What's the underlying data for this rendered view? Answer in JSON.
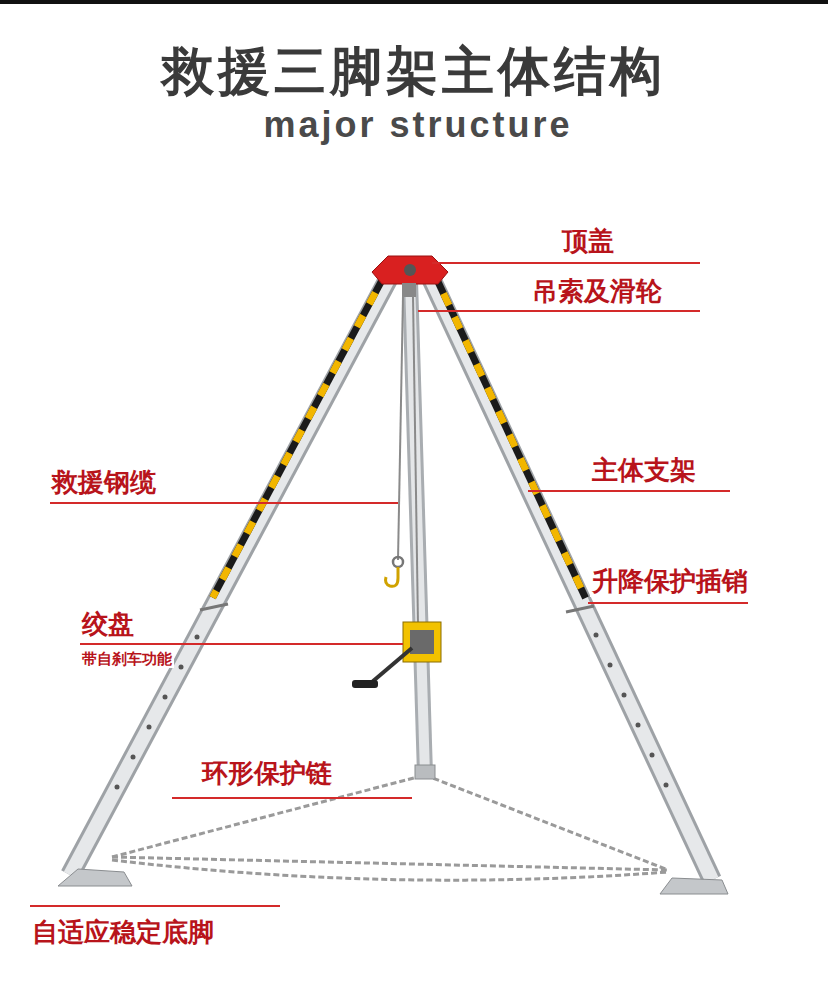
{
  "diagram": {
    "title": "救援三脚架主体结构",
    "labels": [
      "major structure",
      "顶盖",
      "吊索及滑轮",
      "救援钢缆",
      "主体支架",
      "升降保护插销",
      "绞盘",
      "带自刹车功能",
      "环形保护链",
      "自适应稳定底脚"
    ]
  }
}
